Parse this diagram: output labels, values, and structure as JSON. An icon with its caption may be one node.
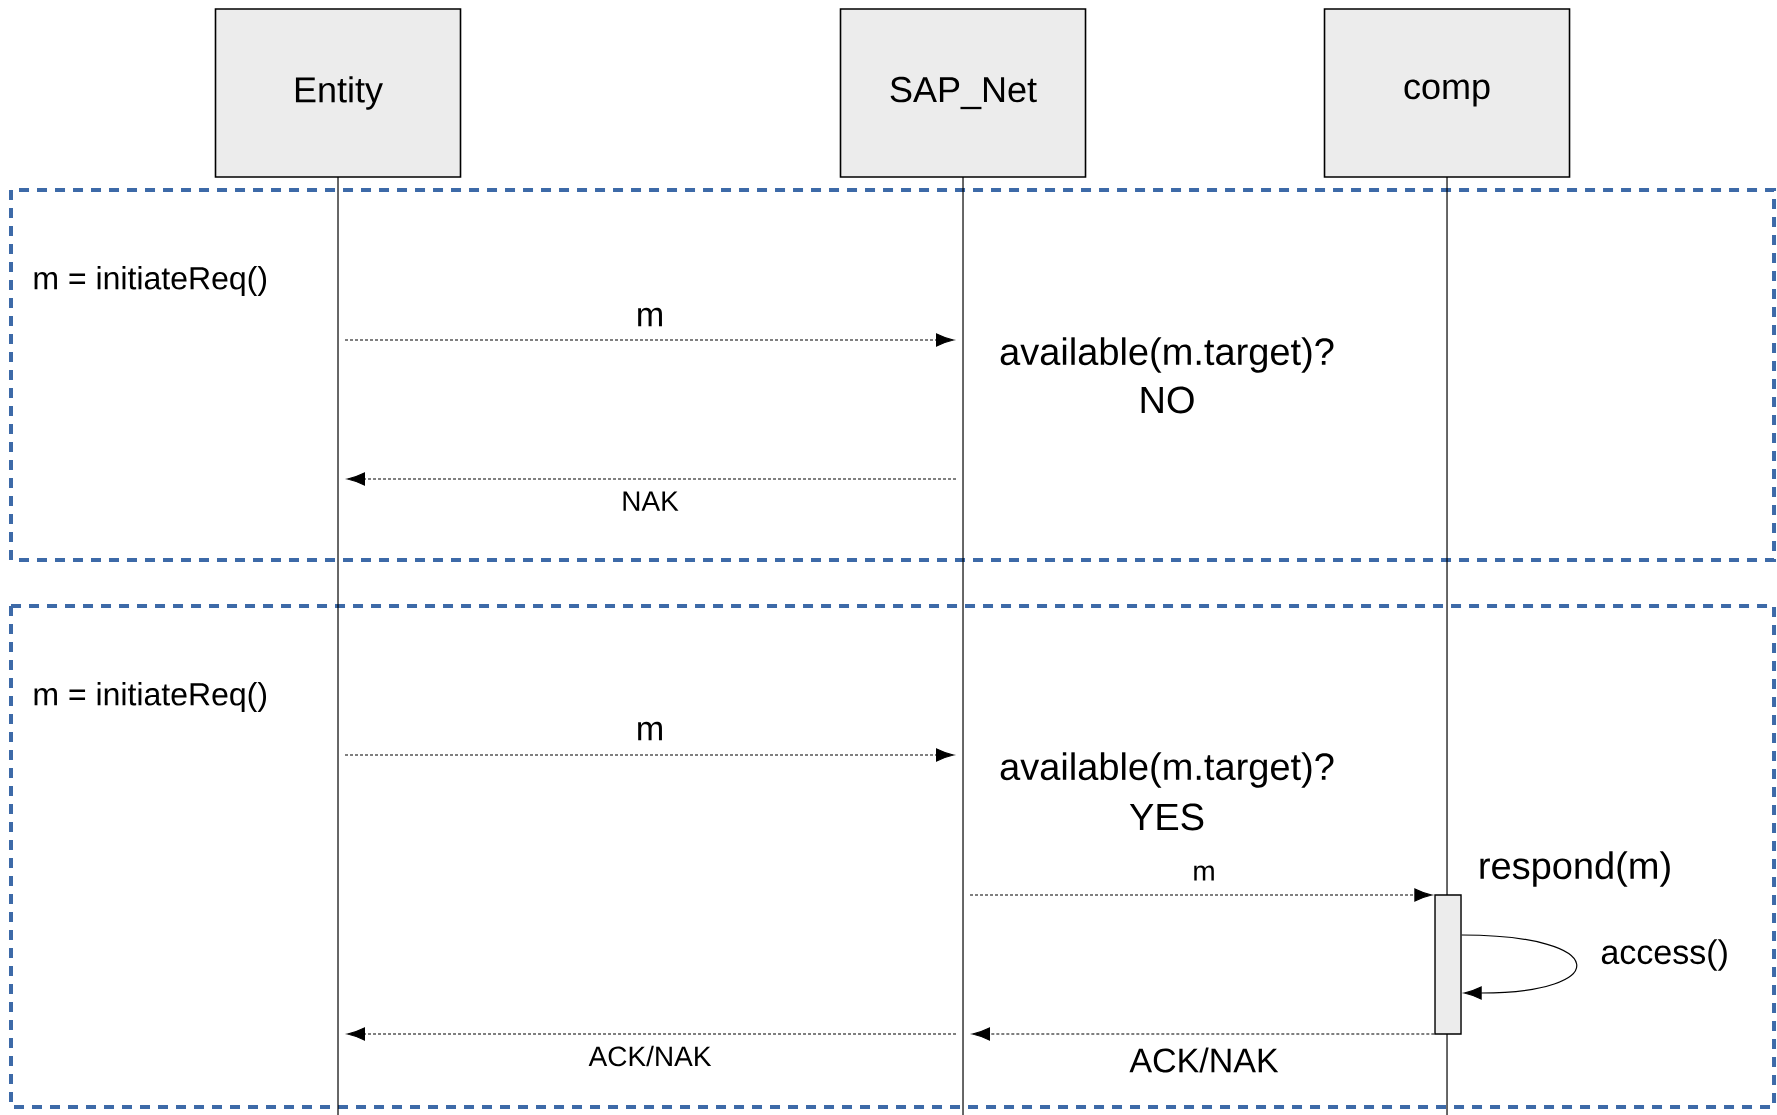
{
  "diagram": {
    "nodes": [
      {
        "text": [
          "Entity"
        ]
      },
      {
        "text": [
          "SAP_Net"
        ]
      },
      {
        "text": [
          "comp"
        ]
      },
      {
        "text": [],
        "shape": "line"
      },
      {
        "text": [],
        "shape": "line"
      },
      {
        "text": [],
        "shape": "line"
      },
      {
        "text": [],
        "shape": "bar"
      }
    ],
    "edges": [
      {
        "from": 3,
        "to": 4,
        "arrow": "to",
        "label": "m",
        "style": "dashed"
      },
      {
        "from": 4,
        "to": 3,
        "arrow": "to",
        "label": "NAK",
        "style": "dashed"
      },
      {
        "from": 3,
        "to": 4,
        "arrow": "to",
        "label": "m",
        "style": "dashed"
      },
      {
        "from": 4,
        "to": 6,
        "arrow": "to",
        "label": "m",
        "style": "dashed"
      },
      {
        "from": 6,
        "to": 6,
        "arrow": "to",
        "label": "access()"
      },
      {
        "from": 6,
        "to": 4,
        "arrow": "to",
        "label": "ACK/NAK",
        "style": "dashed"
      },
      {
        "from": 4,
        "to": 3,
        "arrow": "to",
        "label": "ACK/NAK",
        "style": "dashed"
      }
    ],
    "labels": [
      "m = initiateReq()",
      "available(m.target)?",
      "NO",
      "m = initiateReq()",
      "available(m.target)?",
      "YES",
      "respond(m)"
    ]
  }
}
